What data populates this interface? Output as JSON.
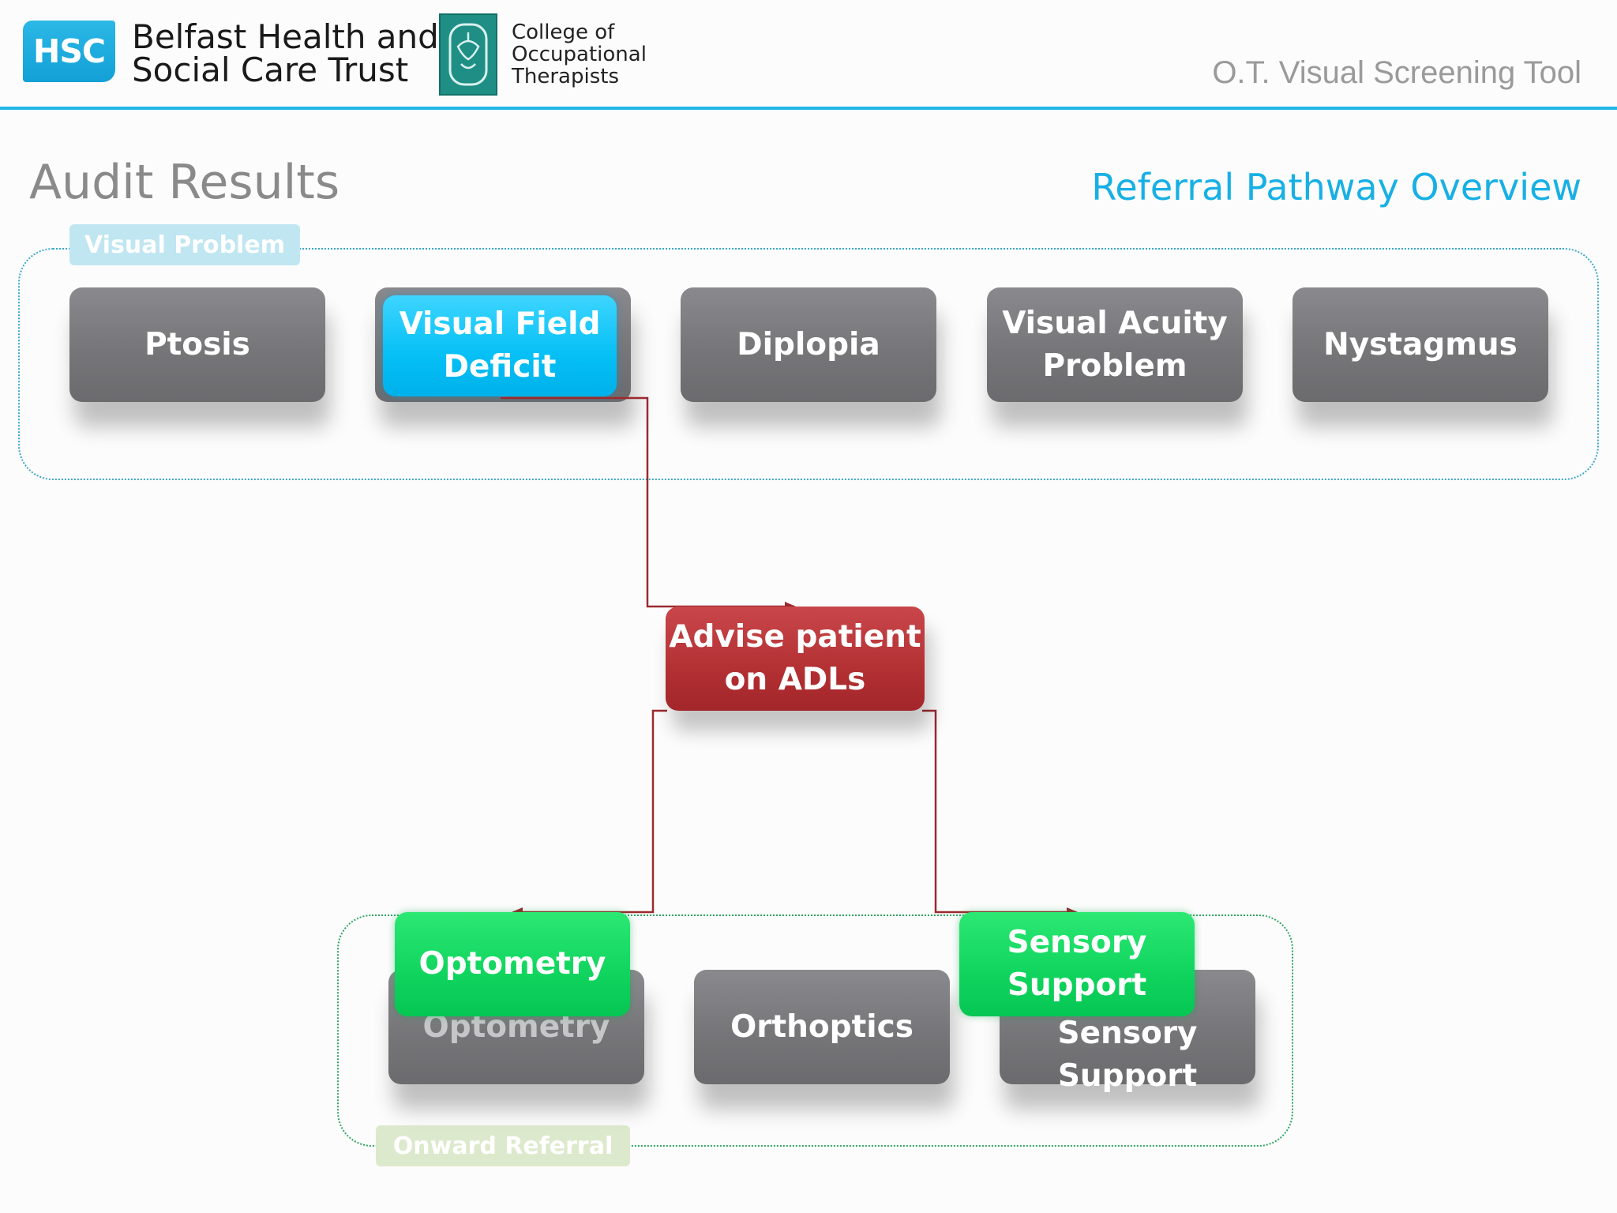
{
  "header": {
    "hsc_logo_text": "HSC",
    "trust_name_line1": "Belfast Health and",
    "trust_name_line2": "Social Care Trust",
    "college_line1": "College of",
    "college_line2": "Occupational",
    "college_line3": "Therapists",
    "tool_title": "O.T. Visual Screening Tool"
  },
  "page": {
    "title": "Audit Results",
    "subtitle": "Referral Pathway Overview"
  },
  "visual_problem_group": {
    "label": "Visual Problem",
    "items": [
      "Ptosis",
      "Visual Field Deficit",
      "Diplopia",
      "Visual Acuity Problem",
      "Nystagmus"
    ],
    "highlighted": "Visual Field Deficit"
  },
  "intervention": {
    "label": "Advise patient on ADLs"
  },
  "onward_referral_group": {
    "label": "Onward Referral",
    "items": [
      "Optometry",
      "Orthoptics",
      "Sensory Support"
    ],
    "highlighted": [
      "Optometry",
      "Sensory Support"
    ]
  },
  "colors": {
    "accent_blue": "#17b0e5",
    "problem_highlight": "#05bff5",
    "intervention_red": "#b33033",
    "referral_green": "#10d45e",
    "inactive_gray": "#767679",
    "connector": "#9b2a2e"
  }
}
